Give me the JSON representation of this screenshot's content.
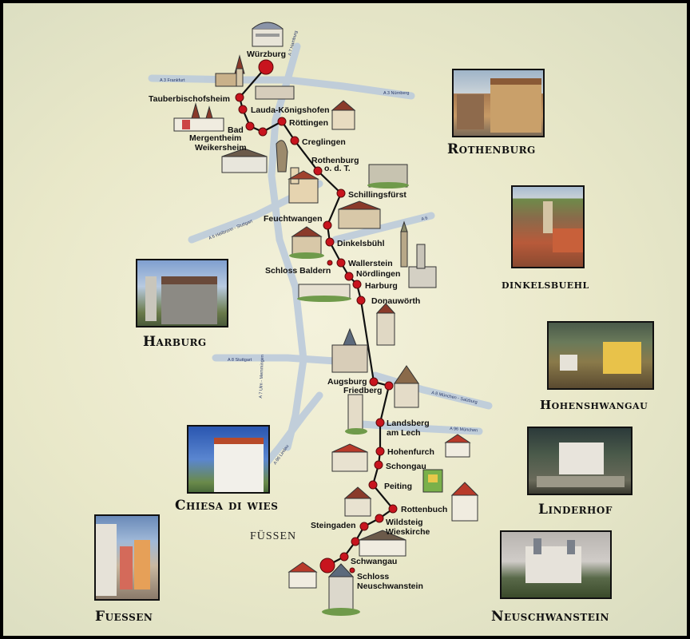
{
  "map": {
    "title_route": "Romantic Road",
    "towns": [
      {
        "id": "wurzburg",
        "label": "Würzburg"
      },
      {
        "id": "tauberbischofsheim",
        "label": "Tauberbischofsheim"
      },
      {
        "id": "lauda",
        "label": "Lauda-Königshofen"
      },
      {
        "id": "bad_mergentheim_1",
        "label": "Bad"
      },
      {
        "id": "bad_mergentheim_2",
        "label": "Mergentheim"
      },
      {
        "id": "rottingen",
        "label": "Röttingen"
      },
      {
        "id": "weikersheim",
        "label": "Weikersheim"
      },
      {
        "id": "creglingen",
        "label": "Creglingen"
      },
      {
        "id": "rothenburg_1",
        "label": "Rothenburg"
      },
      {
        "id": "rothenburg_2",
        "label": "o. d. T."
      },
      {
        "id": "schillingsfurst",
        "label": "Schillingsfürst"
      },
      {
        "id": "feuchtwangen",
        "label": "Feuchtwangen"
      },
      {
        "id": "dinkelsbuhl",
        "label": "Dinkelsbühl"
      },
      {
        "id": "wallerstein",
        "label": "Wallerstein"
      },
      {
        "id": "schloss_baldern",
        "label": "Schloss Baldern"
      },
      {
        "id": "nordlingen",
        "label": "Nördlingen"
      },
      {
        "id": "harburg",
        "label": "Harburg"
      },
      {
        "id": "donauworth",
        "label": "Donauwörth"
      },
      {
        "id": "augsburg",
        "label": "Augsburg"
      },
      {
        "id": "friedberg",
        "label": "Friedberg"
      },
      {
        "id": "landsberg_1",
        "label": "Landsberg"
      },
      {
        "id": "landsberg_2",
        "label": "am Lech"
      },
      {
        "id": "hohenfurch",
        "label": "Hohenfurch"
      },
      {
        "id": "schongau",
        "label": "Schongau"
      },
      {
        "id": "peiting",
        "label": "Peiting"
      },
      {
        "id": "rottenbuch",
        "label": "Rottenbuch"
      },
      {
        "id": "wildsteig",
        "label": "Wildsteig"
      },
      {
        "id": "wieskirche",
        "label": "Wieskirche"
      },
      {
        "id": "steingaden",
        "label": "Steingaden"
      },
      {
        "id": "schwangau",
        "label": "Schwangau"
      },
      {
        "id": "neuschwanstein_1",
        "label": "Schloss"
      },
      {
        "id": "neuschwanstein_2",
        "label": "Neuschwanstein"
      }
    ],
    "highways": [
      {
        "id": "a3_frankfurt",
        "label": "A 3 Frankfurt"
      },
      {
        "id": "a3_nurnberg",
        "label": "A 3 Nürnberg"
      },
      {
        "id": "a7_hamburg",
        "label": "A 7 Hamburg"
      },
      {
        "id": "a6_heilbronn",
        "label": "A 6 Heilbronn - Stuttgart"
      },
      {
        "id": "a6_east",
        "label": "A 6"
      },
      {
        "id": "a8_stuttgart",
        "label": "A 8 Stuttgart"
      },
      {
        "id": "a7_ulm",
        "label": "A 7 Ulm - Memmingen"
      },
      {
        "id": "a8_munchen",
        "label": "A 8 München - Salzburg"
      },
      {
        "id": "a96_munchen",
        "label": "A 96 München"
      },
      {
        "id": "a96_lindau",
        "label": "A 96 Lindau"
      }
    ],
    "fussen_label": "FÜSSEN",
    "colors": {
      "route": "#111111",
      "stop": "#c8141e",
      "highway": "#b9c9dc"
    }
  },
  "photos": {
    "rothenburg": "Rothenburg",
    "dinkelsbuehl": "dinkelsbuehl",
    "harburg": "Harburg",
    "hohenshwangau": "Hohenshwangau",
    "chiesa": "Chiesa di wies",
    "linderhof": "Linderhof",
    "fuessen": "Fuessen",
    "neuschwanstein": "Neuschwanstein"
  }
}
